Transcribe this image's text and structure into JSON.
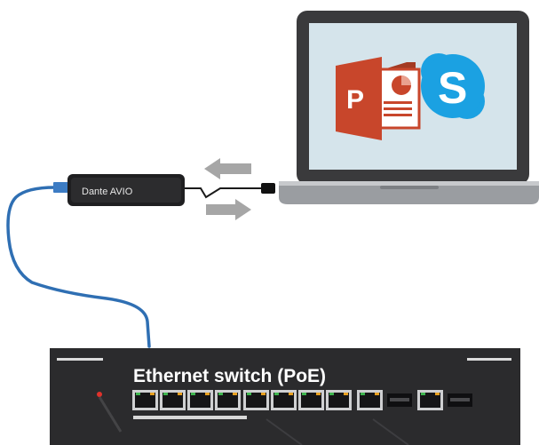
{
  "adapter": {
    "label": "Dante AVIO"
  },
  "switch": {
    "label": "Ethernet switch (PoE)"
  },
  "laptop": {
    "screen_apps": [
      {
        "name": "powerpoint-icon",
        "glyph": "P"
      },
      {
        "name": "skype-icon",
        "glyph": "S"
      }
    ]
  },
  "colors": {
    "cable_blue": "#2f6fb3",
    "powerpoint_red": "#c8462b",
    "skype_blue": "#1ba1e2",
    "laptop_frame": "#3a3a3c",
    "screen_bg": "#d5e4eb",
    "switch_body": "#2b2b2d",
    "arrow_grey": "#a6a6a6"
  }
}
